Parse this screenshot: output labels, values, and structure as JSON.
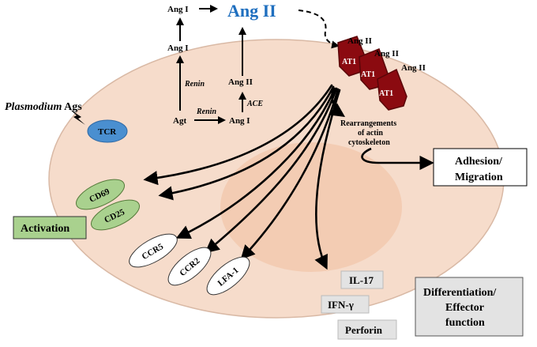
{
  "title": "Ang II",
  "pathway": {
    "ang1_top": "Ang I",
    "ang1_mid": "Ang I",
    "ang1_low": "Ang I",
    "ang2_mid": "Ang II",
    "agt": "Agt",
    "renin_vertical": "Renin",
    "renin_horizontal": "Renin",
    "ace": "ACE"
  },
  "receptors": [
    {
      "label": "AT1",
      "ligand": "Ang II"
    },
    {
      "label": "AT1",
      "ligand": "Ang II"
    },
    {
      "label": "AT1",
      "ligand": "Ang II"
    }
  ],
  "antigen": {
    "italic": "Plasmodium",
    "rest": " Ags"
  },
  "tcr": "TCR",
  "actin": {
    "line1": "Rearrangements",
    "line2": "of actin",
    "line3": "cytoskeleton"
  },
  "adhesion": {
    "line1": "Adhesion/",
    "line2": "Migration"
  },
  "markers": {
    "cd69": "CD69",
    "cd25": "CD25",
    "ccr5": "CCR5",
    "ccr2": "CCR2",
    "lfa1": "LFA-1"
  },
  "activation": "Activation",
  "cytokines": [
    "IL-17",
    "IFN-γ",
    "Perforin"
  ],
  "differentiation": {
    "line1": "Differentiation/",
    "line2": "Effector",
    "line3": "function"
  },
  "colors": {
    "cell_fill": "#f6dccb",
    "nucleus_fill": "#f3c8ad",
    "ang2_blue": "#1f6fbf",
    "at1_red": "#8b0a10",
    "tcr_blue": "#4a8fd0",
    "green_marker": "#a9d18e",
    "gray_box": "#e3e3e3"
  }
}
